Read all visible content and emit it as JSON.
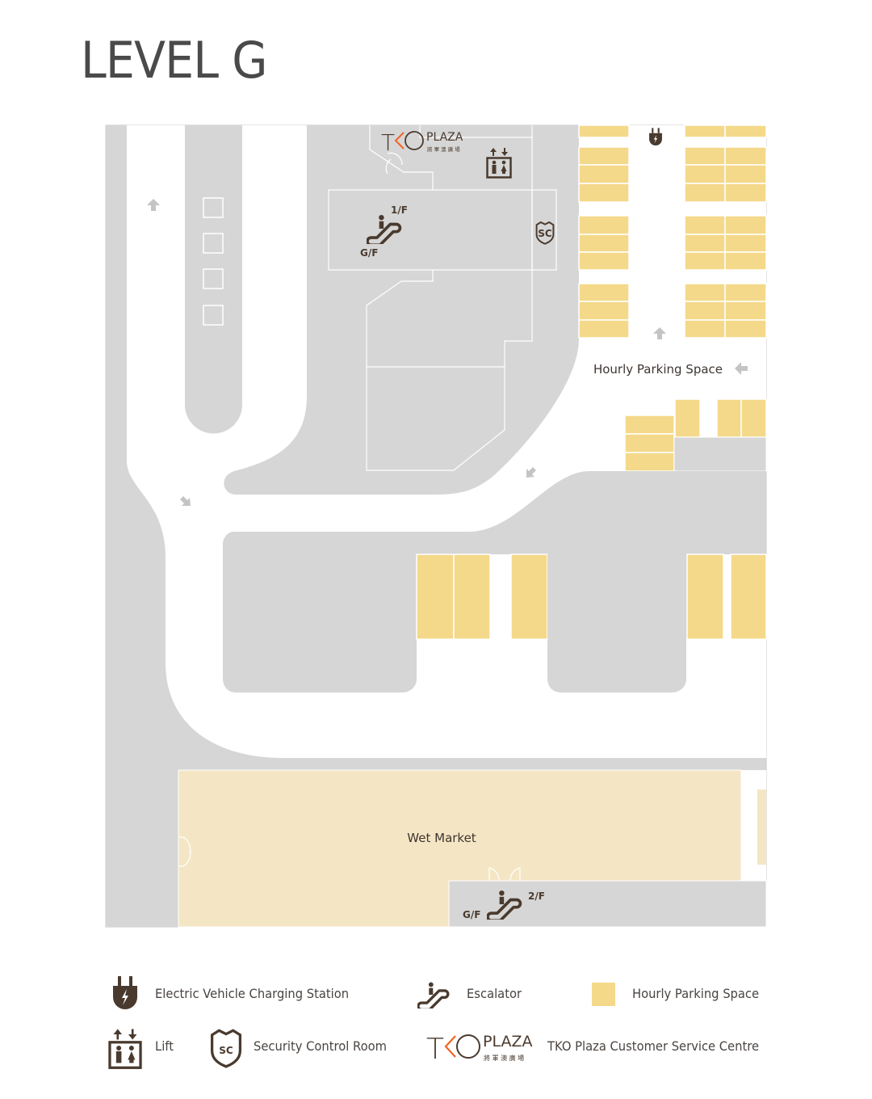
{
  "title": "LEVEL G",
  "map": {
    "logo": {
      "brand": "TKO",
      "sub": "PLAZA",
      "chinese": "將軍澳廣場"
    },
    "escalator_top": {
      "upper": "1/F",
      "lower": "G/F"
    },
    "escalator_bottom": {
      "upper": "2/F",
      "lower": "G/F"
    },
    "security_icon_text": "SC",
    "hourly_parking_label": "Hourly Parking Space",
    "wet_market_label": "Wet Market"
  },
  "legend": {
    "ev": "Electric Vehicle Charging Station",
    "escalator": "Escalator",
    "hourly_parking": "Hourly Parking Space",
    "lift": "Lift",
    "security": "Security Control Room",
    "security_icon_text": "SC",
    "customer_service": "TKO Plaza Customer Service Centre"
  },
  "colors": {
    "ground": "#d6d6d6",
    "road": "#ffffff",
    "parking": "#f4d98a",
    "wet_market": "#f4e6c5",
    "icon": "#4a3a2e",
    "logo_accent": "#f26522"
  }
}
